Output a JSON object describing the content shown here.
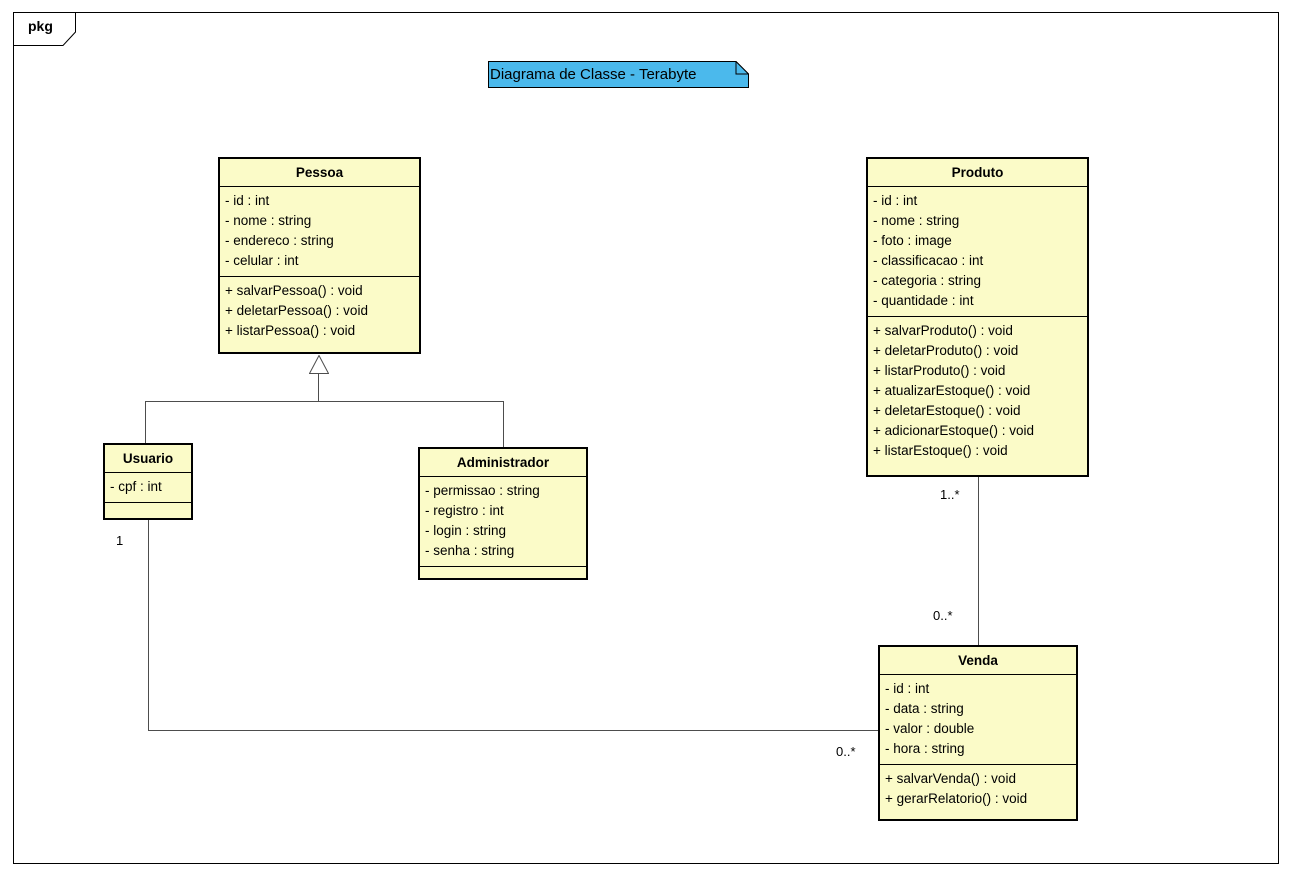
{
  "frame": {
    "tag_label": "pkg"
  },
  "note": {
    "text": "Diagrama de Classe - Terabyte"
  },
  "colors": {
    "class_fill": "#FBFBC8",
    "note_fill": "#4BB9EC",
    "line_color": "#4D4D4D",
    "border_color": "#000000"
  },
  "diagram_type": "uml-class-diagram",
  "classes": [
    {
      "name": "Pessoa",
      "attributes": [
        "- id : int",
        "- nome : string",
        "- endereco : string",
        "- celular : int"
      ],
      "methods": [
        "+ salvarPessoa() : void",
        "+ deletarPessoa() : void",
        "+ listarPessoa() : void"
      ]
    },
    {
      "name": "Produto",
      "attributes": [
        "- id : int",
        "- nome : string",
        "- foto : image",
        "- classificacao : int",
        "- categoria : string",
        "- quantidade : int"
      ],
      "methods": [
        "+ salvarProduto() : void",
        "+ deletarProduto() : void",
        "+ listarProduto() : void",
        "+ atualizarEstoque() : void",
        "+ deletarEstoque() : void",
        "+ adicionarEstoque() : void",
        "+ listarEstoque() : void"
      ]
    },
    {
      "name": "Usuario",
      "attributes": [
        "- cpf : int"
      ],
      "methods": []
    },
    {
      "name": "Administrador",
      "attributes": [
        "- permissao : string",
        "- registro : int",
        "- login : string",
        "- senha : string"
      ],
      "methods": []
    },
    {
      "name": "Venda",
      "attributes": [
        "- id : int",
        "- data : string",
        "- valor : double",
        "- hora : string"
      ],
      "methods": [
        "+ salvarVenda() : void",
        "+ gerarRelatorio() : void"
      ]
    }
  ],
  "relationships": {
    "generalizations": [
      {
        "parent": "Pessoa",
        "children": [
          "Usuario",
          "Administrador"
        ]
      }
    ],
    "associations": [
      {
        "from": "Produto",
        "to": "Venda",
        "from_multiplicity": "1..*",
        "to_multiplicity": "0..*"
      },
      {
        "from": "Usuario",
        "to": "Venda",
        "from_multiplicity": "1",
        "to_multiplicity": "0..*"
      }
    ]
  }
}
